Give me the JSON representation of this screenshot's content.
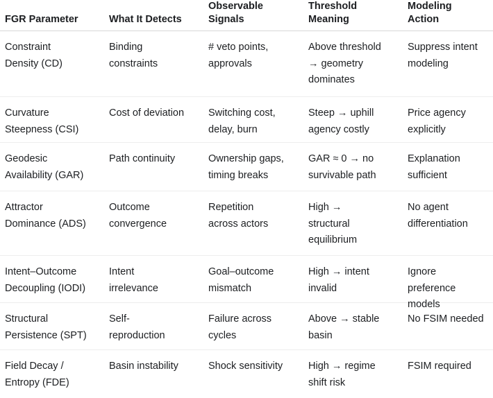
{
  "colors": {
    "background": "#ffffff",
    "text": "#1c1e21",
    "header_divider": "#d6d6d6",
    "row_divider": "#ededed"
  },
  "table": {
    "columns": [
      {
        "label": "FGR Parameter"
      },
      {
        "label": "What It Detects"
      },
      {
        "label": "Observable\nSignals"
      },
      {
        "label": "Threshold\nMeaning"
      },
      {
        "label": "Modeling Action"
      }
    ],
    "rows": [
      {
        "parameter": "Constraint\nDensity (CD)",
        "detects": "Binding\nconstraints",
        "signals": "# veto points,\napprovals",
        "threshold": "Above threshold\n→ geometry\ndominates",
        "action": "Suppress intent\nmodeling"
      },
      {
        "parameter": "Curvature\nSteepness (CSI)",
        "detects": "Cost of deviation",
        "signals": "Switching cost,\ndelay, burn",
        "threshold": "Steep → uphill\nagency costly",
        "action": "Price agency\nexplicitly"
      },
      {
        "parameter": "Geodesic\nAvailability (GAR)",
        "detects": "Path continuity",
        "signals": "Ownership gaps,\ntiming breaks",
        "threshold": "GAR ≈ 0 → no\nsurvivable path",
        "action": "Explanation\nsufficient"
      },
      {
        "parameter": "Attractor\nDominance (ADS)",
        "detects": "Outcome\nconvergence",
        "signals": "Repetition\nacross actors",
        "threshold": "High →\nstructural\nequilibrium",
        "action": "No agent\ndifferentiation"
      },
      {
        "parameter": "Intent–Outcome\nDecoupling (IODI)",
        "detects": "Intent\nirrelevance",
        "signals": "Goal–outcome\nmismatch",
        "threshold": "High → intent\ninvalid",
        "action": "Ignore preference\nmodels"
      },
      {
        "parameter": "Structural\nPersistence (SPT)",
        "detects": "Self-\nreproduction",
        "signals": "Failure across\ncycles",
        "threshold": "Above → stable\nbasin",
        "action": "No FSIM needed"
      },
      {
        "parameter": "Field Decay /\nEntropy (FDE)",
        "detects": "Basin instability",
        "signals": "Shock sensitivity",
        "threshold": "High → regime\nshift risk",
        "action": "FSIM required"
      }
    ]
  }
}
